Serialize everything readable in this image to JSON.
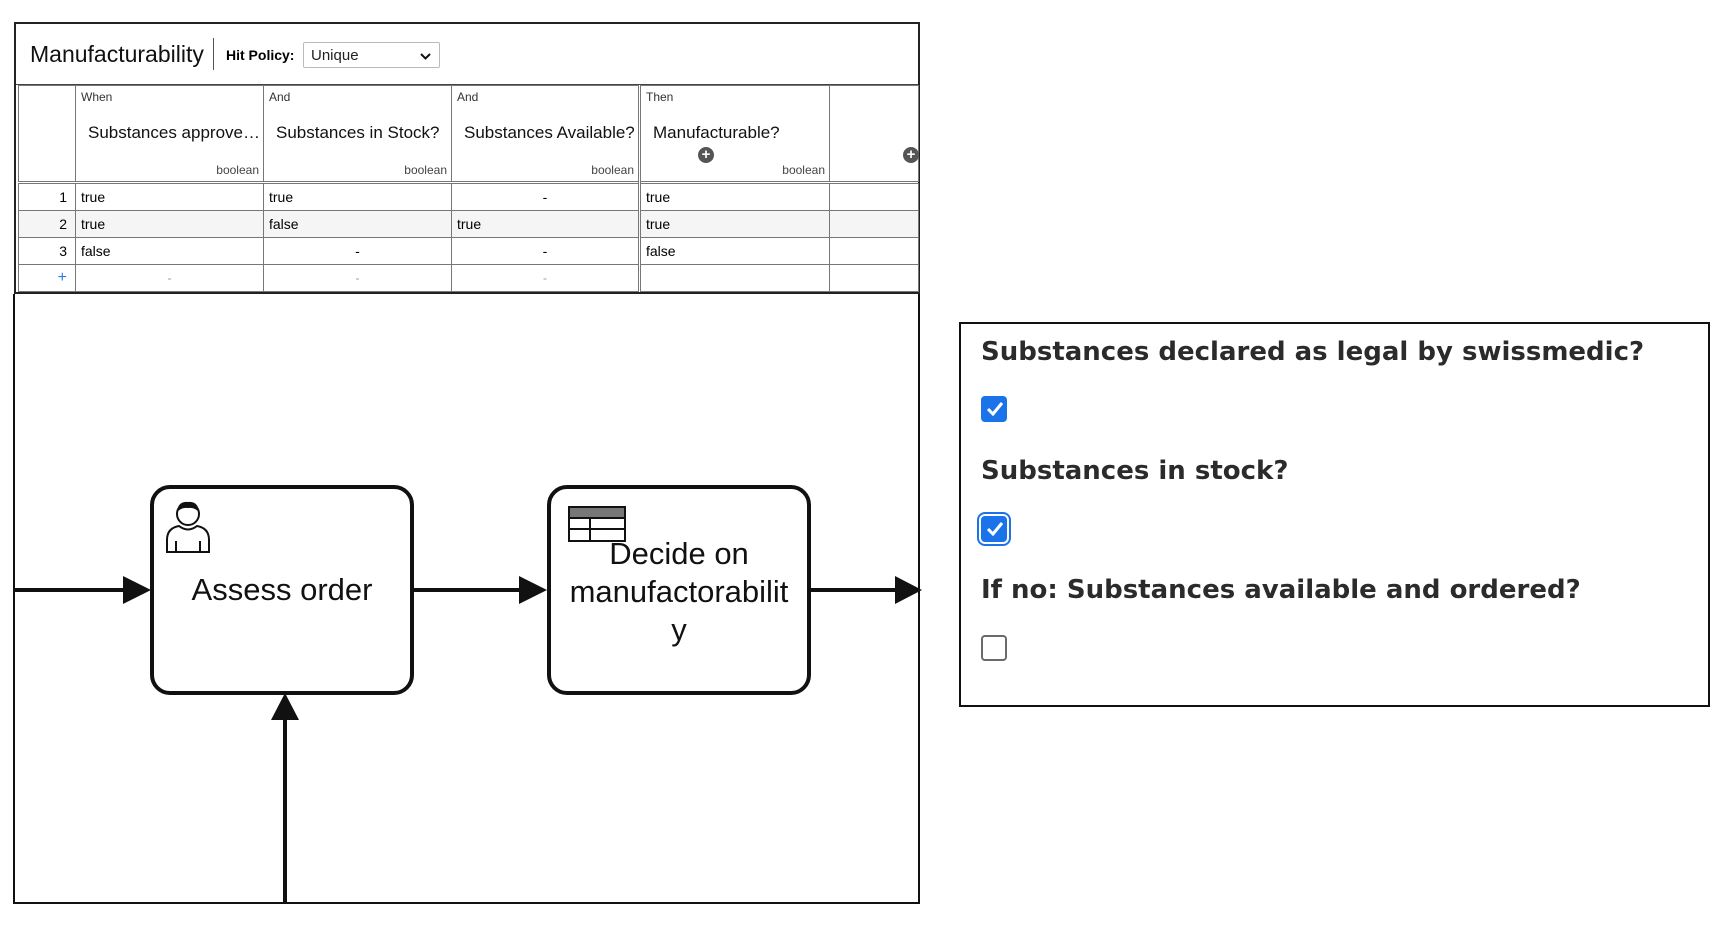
{
  "decision_table": {
    "name": "Manufacturability",
    "hit_policy_label": "Hit Policy:",
    "hit_policy_value": "Unique",
    "columns": [
      {
        "clause": "When",
        "label": "Substances approve…",
        "type": "boolean"
      },
      {
        "clause": "And",
        "label": "Substances in Stock?",
        "type": "boolean"
      },
      {
        "clause": "And",
        "label": "Substances Available?",
        "type": "boolean"
      },
      {
        "clause": "Then",
        "label": "Manufacturable?",
        "type": "boolean"
      }
    ],
    "rows": [
      {
        "num": "1",
        "cells": [
          "true",
          "true",
          "-",
          "true"
        ]
      },
      {
        "num": "2",
        "cells": [
          "true",
          "false",
          "true",
          "true"
        ]
      },
      {
        "num": "3",
        "cells": [
          "false",
          "-",
          "-",
          "false"
        ]
      }
    ],
    "add_row_symbol": "+",
    "placeholder": "-"
  },
  "bpmn": {
    "tasks": [
      {
        "label": "Assess order",
        "icon": "user-icon"
      },
      {
        "label_lines": [
          "Decide on",
          "manufactorabilit",
          "y"
        ],
        "icon": "table-icon"
      }
    ]
  },
  "form": {
    "questions": [
      {
        "label": "Substances declared as legal by swissmedic?",
        "checked": true,
        "focused": false
      },
      {
        "label": "Substances in stock?",
        "checked": true,
        "focused": true
      },
      {
        "label": "If no: Substances available and ordered?",
        "checked": false,
        "focused": false
      }
    ],
    "accent_color": "#1a73e8"
  }
}
